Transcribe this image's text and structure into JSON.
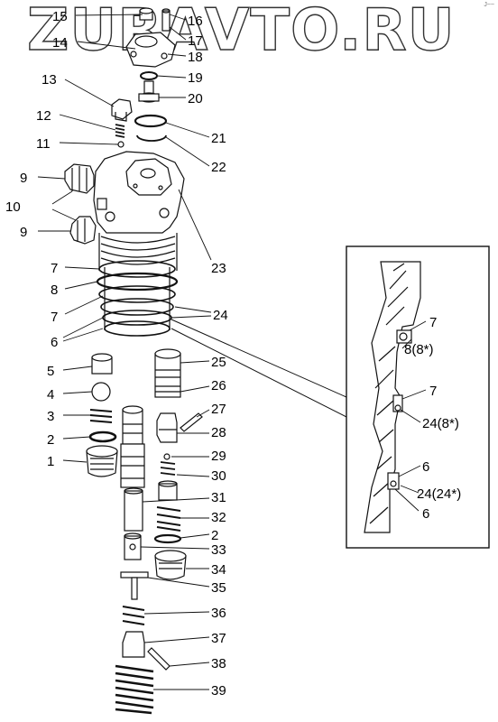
{
  "watermark": "ZURAVTO.RU",
  "corner_mark": "J~~",
  "callouts": {
    "c1": "1",
    "c2a": "2",
    "c2b": "2",
    "c3": "3",
    "c4": "4",
    "c5": "5",
    "c6": "6",
    "c7a": "7",
    "c7b": "7",
    "c8": "8",
    "c9a": "9",
    "c9b": "9",
    "c10": "10",
    "c11": "11",
    "c12": "12",
    "c13": "13",
    "c14": "14",
    "c15": "15",
    "c16": "16",
    "c17": "17",
    "c18": "18",
    "c19": "19",
    "c20": "20",
    "c21": "21",
    "c22": "22",
    "c23": "23",
    "c24": "24",
    "c25": "25",
    "c26": "26",
    "c27": "27",
    "c28": "28",
    "c29": "29",
    "c30": "30",
    "c31": "31",
    "c32": "32",
    "c33": "33",
    "c34": "34",
    "c35": "35",
    "c36": "36",
    "c37": "37",
    "c38": "38",
    "c39": "39"
  },
  "inset": {
    "i7a": "7",
    "i8": "8(8*)",
    "i7b": "7",
    "i24a": "24(8*)",
    "i6a": "6",
    "i24b": "24(24*)",
    "i6b": "6"
  }
}
